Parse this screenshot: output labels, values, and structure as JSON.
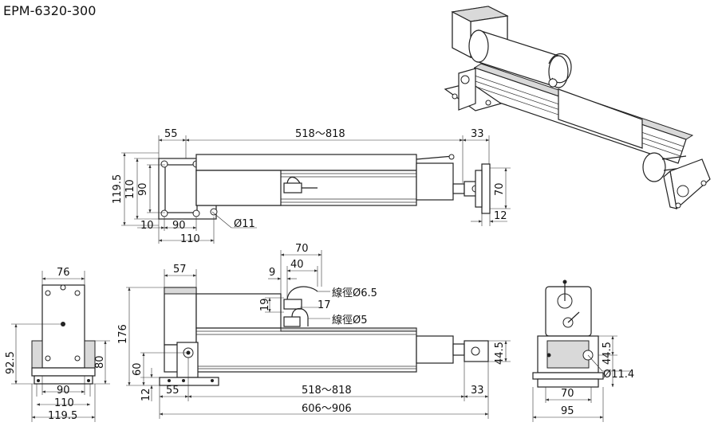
{
  "title": "EPM-6320-300",
  "top_view": {
    "stroke_dim": "518～818",
    "left_dim": "55",
    "right_dim": "33",
    "height_119": "119.5",
    "height_110": "110",
    "height_90": "90",
    "bottom_10": "10",
    "bottom_90": "90",
    "bottom_110": "110",
    "hole": "Ø11",
    "bracket_70": "70",
    "bracket_12": "12"
  },
  "side_view": {
    "dim_70": "70",
    "dim_40": "40",
    "dim_9": "9",
    "dim_57": "57",
    "dim_19": "19",
    "dim_17": "17",
    "cable_1": "線徑Ø6.5",
    "cable_2": "線徑Ø5",
    "dim_176": "176",
    "dim_60": "60",
    "dim_12": "12",
    "dim_55": "55",
    "stroke_dim": "518～818",
    "dim_33": "33",
    "overall": "606～906",
    "dim_44_5": "44.5"
  },
  "left_view": {
    "dim_76": "76",
    "dim_92_5": "92.5",
    "dim_80": "80",
    "dim_90": "90",
    "dim_110": "110",
    "dim_119_5": "119.5"
  },
  "right_view": {
    "dim_44_5": "44.5",
    "hole": "Ø11.4",
    "dim_70": "70",
    "dim_95": "95"
  }
}
